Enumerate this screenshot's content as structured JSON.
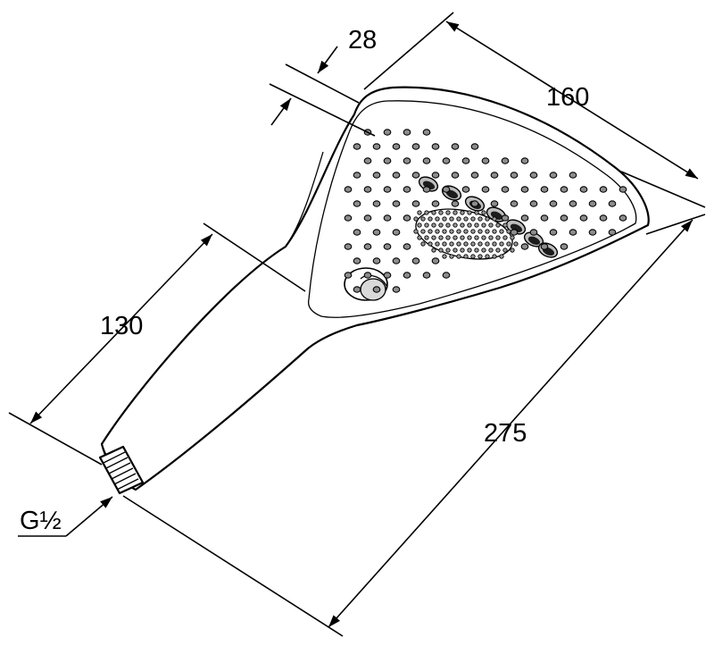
{
  "diagram": {
    "dimensions": {
      "head_depth": "28",
      "head_width": "160",
      "handle_length": "130",
      "total_length": "275",
      "connection_thread": "G½"
    }
  }
}
